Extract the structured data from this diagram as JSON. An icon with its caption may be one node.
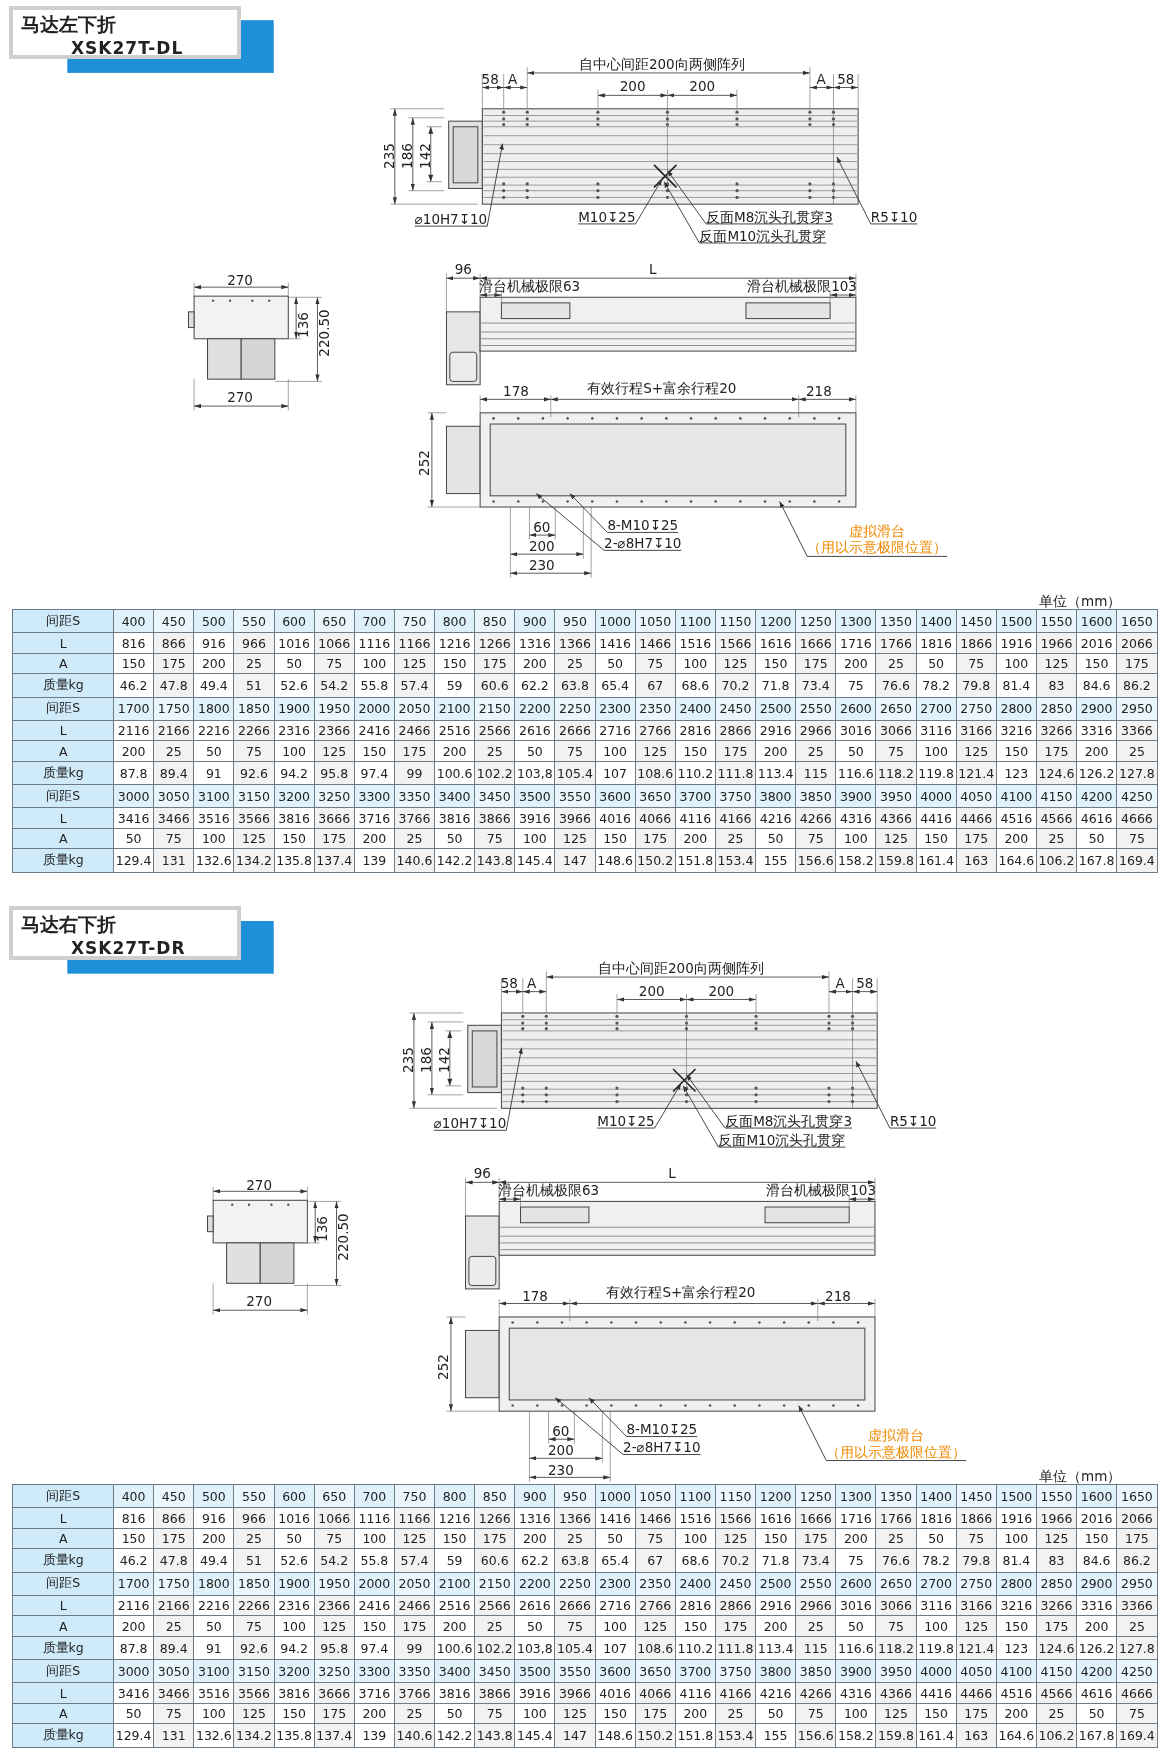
{
  "diagram": {
    "nodes": [
      {
        "text": [
          "马达左下折",
          "XSK27T-DL"
        ]
      },
      {
        "text": [
          "⌀10H7↧10"
        ]
      },
      {
        "text": [
          "M10↧25"
        ]
      },
      {
        "text": [
          "反面M8沉头孔贯穿3"
        ]
      },
      {
        "text": [
          "反面M10沉头孔贯穿"
        ]
      },
      {
        "text": [
          "R5↧10"
        ]
      },
      {
        "text": [
          "8-M10↧25"
        ]
      },
      {
        "text": [
          "2-⌀8H7↧10"
        ]
      },
      {
        "text": [
          "虚拟滑台",
          "（用以示意极限位置）"
        ]
      },
      {
        "text": [],
        "shape": "picture"
      },
      {
        "text": [],
        "shape": "picture"
      },
      {
        "text": [
          "马达右下折",
          "XSK27T-DR"
        ]
      },
      {
        "text": [
          "⌀10H7↧10"
        ]
      },
      {
        "text": [
          "M10↧25"
        ]
      },
      {
        "text": [
          "反面M8沉头孔贯穿3"
        ]
      },
      {
        "text": [
          "反面M10沉头孔贯穿"
        ]
      },
      {
        "text": [
          "R5↧10"
        ]
      },
      {
        "text": [
          "8-M10↧25"
        ]
      },
      {
        "text": [
          "2-⌀8H7↧10"
        ]
      },
      {
        "text": [
          "虚拟滑台",
          "（用以示意极限位置）"
        ]
      },
      {
        "text": [],
        "shape": "picture"
      },
      {
        "text": [],
        "shape": "picture"
      }
    ],
    "edges": [
      {
        "from": 1,
        "to": 9,
        "arrow": "to"
      },
      {
        "from": 2,
        "to": 9,
        "arrow": "to"
      },
      {
        "from": 3,
        "to": 9,
        "arrow": "to"
      },
      {
        "from": 4,
        "to": 9,
        "arrow": "to"
      },
      {
        "from": 5,
        "to": 9,
        "arrow": "to"
      },
      {
        "from": 6,
        "to": 10,
        "arrow": "to"
      },
      {
        "from": 7,
        "to": 10,
        "arrow": "to"
      },
      {
        "from": 8,
        "to": 10,
        "arrow": "to"
      },
      {
        "from": 12,
        "to": 20,
        "arrow": "to"
      },
      {
        "from": 13,
        "to": 20,
        "arrow": "to"
      },
      {
        "from": 14,
        "to": 20,
        "arrow": "to"
      },
      {
        "from": 15,
        "to": 20,
        "arrow": "to"
      },
      {
        "from": 16,
        "to": 20,
        "arrow": "to"
      },
      {
        "from": 17,
        "to": 21,
        "arrow": "to"
      },
      {
        "from": 18,
        "to": 21,
        "arrow": "to"
      },
      {
        "from": 19,
        "to": 21,
        "arrow": "to"
      }
    ],
    "labels": [
      "58",
      "A",
      "自中心间距200向两侧阵列",
      "A",
      "58",
      "200",
      "200",
      "235",
      "186",
      "142",
      "270",
      "136",
      "220.50",
      "270",
      "96",
      "L",
      "滑台机械极限63",
      "滑台机械极限103",
      "178",
      "有效行程S+富余行程20",
      "218",
      "252",
      "60",
      "200",
      "230",
      "单位（mm）",
      "间距S",
      "400",
      "450",
      "500",
      "550",
      "600",
      "650",
      "700",
      "750",
      "800",
      "850",
      "900",
      "950",
      "1000",
      "1050",
      "1100",
      "1150",
      "1200",
      "1250",
      "1300",
      "1350",
      "1400",
      "1450",
      "1500",
      "1550",
      "1600",
      "1650",
      "L",
      "816",
      "866",
      "916",
      "966",
      "1016",
      "1066",
      "1116",
      "1166",
      "1216",
      "1266",
      "1316",
      "1366",
      "1416",
      "1466",
      "1516",
      "1566",
      "1616",
      "1666",
      "1716",
      "1766",
      "1816",
      "1866",
      "1916",
      "1966",
      "2016",
      "2066",
      "A",
      "150",
      "175",
      "200",
      "25",
      "50",
      "75",
      "100",
      "125",
      "150",
      "175",
      "200",
      "25",
      "50",
      "75",
      "100",
      "125",
      "150",
      "175",
      "200",
      "25",
      "50",
      "75",
      "100",
      "125",
      "150",
      "175",
      "质量kg",
      "46.2",
      "47.8",
      "49.4",
      "51",
      "52.6",
      "54.2",
      "55.8",
      "57.4",
      "59",
      "60.6",
      "62.2",
      "63.8",
      "65.4",
      "67",
      "68.6",
      "70.2",
      "71.8",
      "73.4",
      "75",
      "76.6",
      "78.2",
      "79.8",
      "81.4",
      "83",
      "84.6",
      "86.2",
      "间距S",
      "1700",
      "1750",
      "1800",
      "1850",
      "1900",
      "1950",
      "2000",
      "2050",
      "2100",
      "2150",
      "2200",
      "2250",
      "2300",
      "2350",
      "2400",
      "2450",
      "2500",
      "2550",
      "2600",
      "2650",
      "2700",
      "2750",
      "2800",
      "2850",
      "2900",
      "2950",
      "L",
      "2116",
      "2166",
      "2216",
      "2266",
      "2316",
      "2366",
      "2416",
      "2466",
      "2516",
      "2566",
      "2616",
      "2666",
      "2716",
      "2766",
      "2816",
      "2866",
      "2916",
      "2966",
      "3016",
      "3066",
      "3116",
      "3166",
      "3216",
      "3266",
      "3316",
      "3366",
      "A",
      "200",
      "25",
      "50",
      "75",
      "100",
      "125",
      "150",
      "175",
      "200",
      "25",
      "50",
      "75",
      "100",
      "125",
      "150",
      "175",
      "200",
      "25",
      "50",
      "75",
      "100",
      "125",
      "150",
      "175",
      "200",
      "25",
      "质量kg",
      "87.8",
      "89.4",
      "91",
      "92.6",
      "94.2",
      "95.8",
      "97.4",
      "99",
      "100.6",
      "102.2",
      "103,8",
      "105.4",
      "107",
      "108.6",
      "110.2",
      "111.8",
      "113.4",
      "115",
      "116.6",
      "118.2",
      "119.8",
      "121.4",
      "123",
      "124.6",
      "126.2",
      "127.8",
      "间距S",
      "3000",
      "3050",
      "3100",
      "3150",
      "3200",
      "3250",
      "3300",
      "3350",
      "3400",
      "3450",
      "3500",
      "3550",
      "3600",
      "3650",
      "3700",
      "3750",
      "3800",
      "3850",
      "3900",
      "3950",
      "4000",
      "4050",
      "4100",
      "4150",
      "4200",
      "4250",
      "L",
      "3416",
      "3466",
      "3516",
      "3566",
      "3816",
      "3666",
      "3716",
      "3766",
      "3816",
      "3866",
      "3916",
      "3966",
      "4016",
      "4066",
      "4116",
      "4166",
      "4216",
      "4266",
      "4316",
      "4366",
      "4416",
      "4466",
      "4516",
      "4566",
      "4616",
      "4666",
      "A",
      "50",
      "75",
      "100",
      "125",
      "150",
      "175",
      "200",
      "25",
      "50",
      "75",
      "100",
      "125",
      "150",
      "175",
      "200",
      "25",
      "50",
      "75",
      "100",
      "125",
      "150",
      "175",
      "200",
      "25",
      "50",
      "75",
      "质量kg",
      "129.4",
      "131",
      "132.6",
      "134.2",
      "135.8",
      "137.4",
      "139",
      "140.6",
      "142.2",
      "143.8",
      "145.4",
      "147",
      "148.6",
      "150.2",
      "151.8",
      "153.4",
      "155",
      "156.6",
      "158.2",
      "159.8",
      "161.4",
      "163",
      "164.6",
      "106.2",
      "167.8",
      "169.4",
      "58",
      "A",
      "自中心间距200向两侧阵列",
      "A",
      "58",
      "200",
      "200",
      "235",
      "186",
      "142",
      "270",
      "136",
      "220.50",
      "270",
      "96",
      "L",
      "滑台机械极限63",
      "滑台机械极限103",
      "178",
      "有效行程S+富余行程20",
      "218",
      "252",
      "60",
      "200",
      "230",
      "单位（mm）",
      "间距S",
      "400",
      "450",
      "500",
      "550",
      "600",
      "650",
      "700",
      "750",
      "800",
      "850",
      "900",
      "950",
      "1000",
      "1050",
      "1100",
      "1150",
      "1200",
      "1250",
      "1300",
      "1350",
      "1400",
      "1450",
      "1500",
      "1550",
      "1600",
      "1650",
      "L",
      "816",
      "866",
      "916",
      "966",
      "1016",
      "1066",
      "1116",
      "1166",
      "1216",
      "1266",
      "1316",
      "1366",
      "1416",
      "1466",
      "1516",
      "1566",
      "1616",
      "1666",
      "1716",
      "1766",
      "1816",
      "1866",
      "1916",
      "1966",
      "2016",
      "2066",
      "A",
      "150",
      "175",
      "200",
      "25",
      "50",
      "75",
      "100",
      "125",
      "150",
      "175",
      "200",
      "25",
      "50",
      "75",
      "100",
      "125",
      "150",
      "175",
      "200",
      "25",
      "50",
      "75",
      "100",
      "125",
      "150",
      "175",
      "质量kg",
      "46.2",
      "47.8",
      "49.4",
      "51",
      "52.6",
      "54.2",
      "55.8",
      "57.4",
      "59",
      "60.6",
      "62.2",
      "63.8",
      "65.4",
      "67",
      "68.6",
      "70.2",
      "71.8",
      "73.4",
      "75",
      "76.6",
      "78.2",
      "79.8",
      "81.4",
      "83",
      "84.6",
      "86.2",
      "间距S",
      "1700",
      "1750",
      "1800",
      "1850",
      "1900",
      "1950",
      "2000",
      "2050",
      "2100",
      "2150",
      "2200",
      "2250",
      "2300",
      "2350",
      "2400",
      "2450",
      "2500",
      "2550",
      "2600",
      "2650",
      "2700",
      "2750",
      "2800",
      "2850",
      "2900",
      "2950",
      "L",
      "2116",
      "2166",
      "2216",
      "2266",
      "2316",
      "2366",
      "2416",
      "2466",
      "2516",
      "2566",
      "2616",
      "2666",
      "2716",
      "2766",
      "2816",
      "2866",
      "2916",
      "2966",
      "3016",
      "3066",
      "3116",
      "3166",
      "3216",
      "3266",
      "3316",
      "3366",
      "A",
      "200",
      "25",
      "50",
      "75",
      "100",
      "125",
      "150",
      "175",
      "200",
      "25",
      "50",
      "75",
      "100",
      "125",
      "150",
      "175",
      "200",
      "25",
      "50",
      "75",
      "100",
      "125",
      "150",
      "175",
      "200",
      "25",
      "质量kg",
      "87.8",
      "89.4",
      "91",
      "92.6",
      "94.2",
      "95.8",
      "97.4",
      "99",
      "100.6",
      "102.2",
      "103,8",
      "105.4",
      "107",
      "108.6",
      "110.2",
      "111.8",
      "113.4",
      "115",
      "116.6",
      "118.2",
      "119.8",
      "121.4",
      "123",
      "124.6",
      "126.2",
      "127.8",
      "间距S",
      "3000",
      "3050",
      "3100",
      "3150",
      "3200",
      "3250",
      "3300",
      "3350",
      "3400",
      "3450",
      "3500",
      "3550",
      "3600",
      "3650",
      "3700",
      "3750",
      "3800",
      "3850",
      "3900",
      "3950",
      "4000",
      "4050",
      "4100",
      "4150",
      "4200",
      "4250",
      "L",
      "3416",
      "3466",
      "3516",
      "3566",
      "3816",
      "3666",
      "3716",
      "3766",
      "3816",
      "3866",
      "3916",
      "3966",
      "4016",
      "4066",
      "4116",
      "4166",
      "4216",
      "4266",
      "4316",
      "4366",
      "4416",
      "4466",
      "4516",
      "4566",
      "4616",
      "4666",
      "A",
      "50",
      "75",
      "100",
      "125",
      "150",
      "175",
      "200",
      "25",
      "50",
      "75",
      "100",
      "125",
      "150",
      "175",
      "200",
      "25",
      "50",
      "75",
      "100",
      "125",
      "150",
      "175",
      "200",
      "25",
      "50",
      "75",
      "质量kg",
      "129.4",
      "131",
      "132.6",
      "134.2",
      "135.8",
      "137.4",
      "139",
      "140.6",
      "142.2",
      "143.8",
      "145.4",
      "147",
      "148.6",
      "150.2",
      "151.8",
      "153.4",
      "155",
      "156.6",
      "158.2",
      "159.8",
      "161.4",
      "163",
      "164.6",
      "106.2",
      "167.8",
      "169.4"
    ]
  }
}
